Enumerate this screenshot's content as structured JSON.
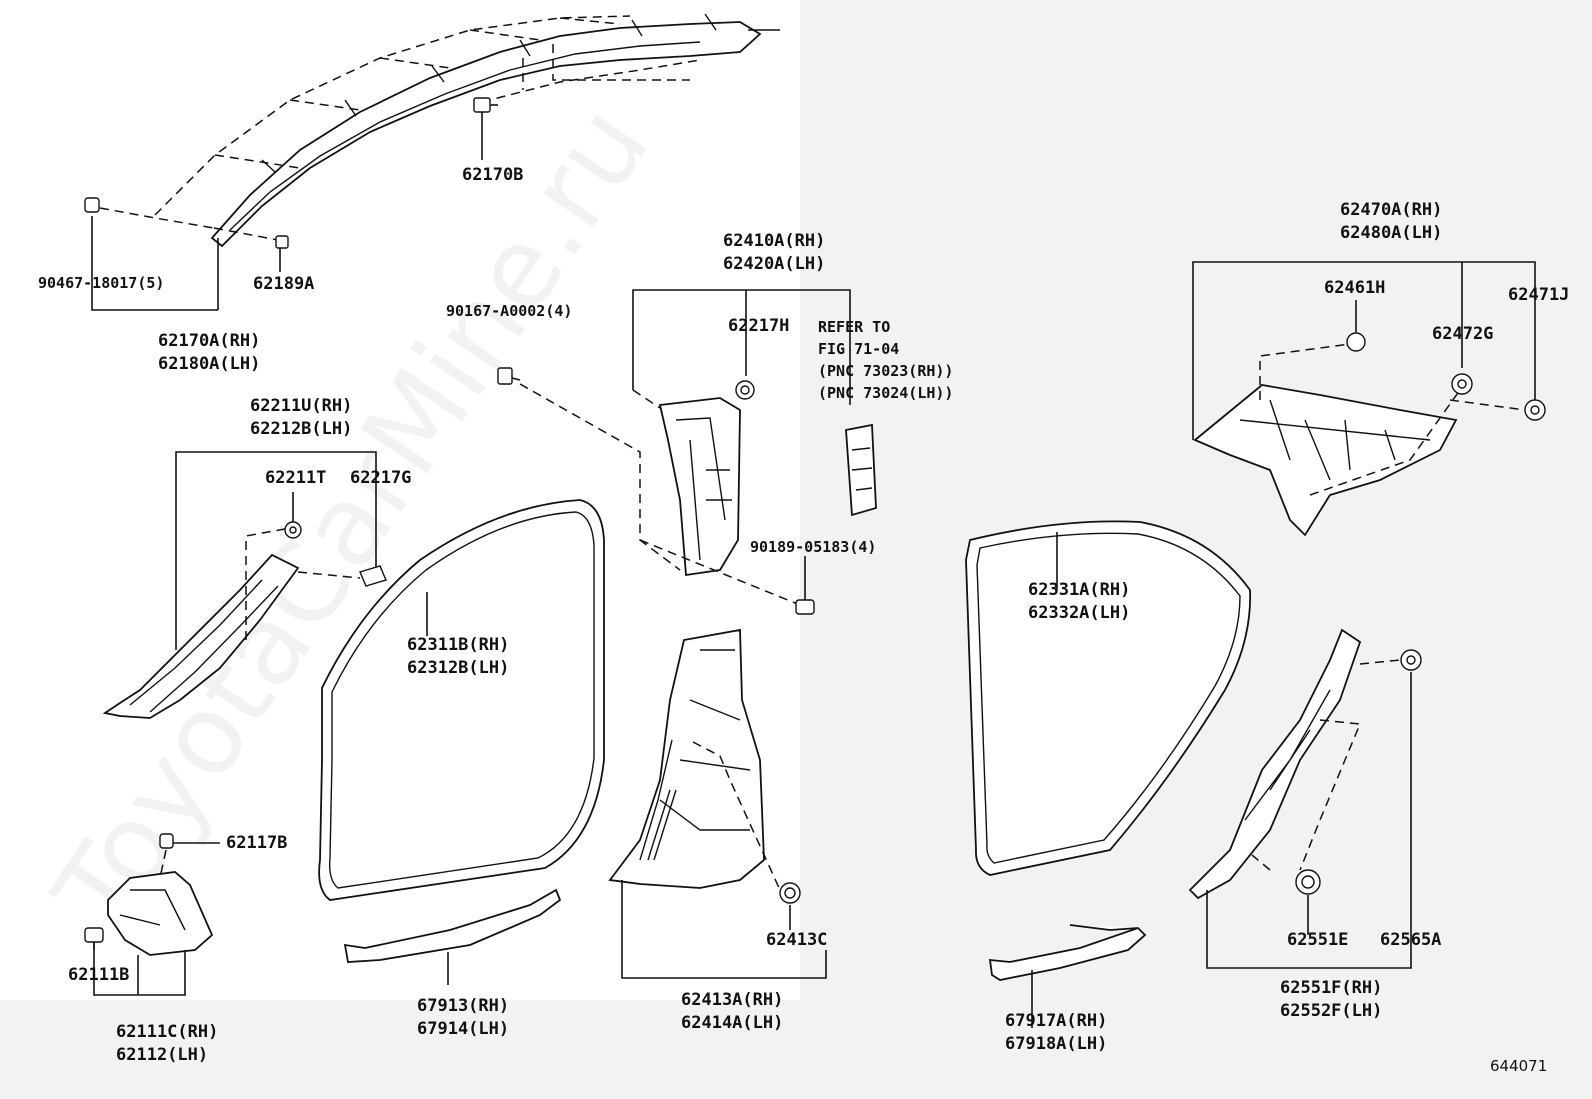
{
  "watermark": "ToyotaCarMine.ru",
  "figure_number": "644071",
  "labels": {
    "p62170b": "62170B",
    "p90467": "90467-18017(5)",
    "p62189a": "62189A",
    "p62170a_rh": "62170A(RH)",
    "p62180a_lh": "62180A(LH)",
    "p62211u_rh": "62211U(RH)",
    "p62212b_lh": "62212B(LH)",
    "p62211t": "62211T",
    "p62217g": "62217G",
    "p90167": "90167-A0002(4)",
    "p62410a_rh": "62410A(RH)",
    "p62420a_lh": "62420A(LH)",
    "p62217h": "62217H",
    "p90189": "90189-05183(4)",
    "p62311b_rh": "62311B(RH)",
    "p62312b_lh": "62312B(LH)",
    "p62117b": "62117B",
    "p62111b": "62111B",
    "p62111c_rh": "62111C(RH)",
    "p62112_lh": "62112(LH)",
    "p67913_rh": "67913(RH)",
    "p67914_lh": "67914(LH)",
    "p62413c": "62413C",
    "p62413a_rh": "62413A(RH)",
    "p62414a_lh": "62414A(LH)",
    "p62470a_rh": "62470A(RH)",
    "p62480a_lh": "62480A(LH)",
    "p62461h": "62461H",
    "p62471j": "62471J",
    "p62472g": "62472G",
    "p62331a_rh": "62331A(RH)",
    "p62332a_lh": "62332A(LH)",
    "p62551e": "62551E",
    "p62565a": "62565A",
    "p62551f_rh": "62551F(RH)",
    "p62552f_lh": "62552F(LH)",
    "p67917a_rh": "67917A(RH)",
    "p67918a_lh": "67918A(LH)"
  },
  "refer_note": {
    "line1": "REFER TO",
    "line2": "FIG 71-04",
    "line3": "(PNC 73023(RH))",
    "line4": "(PNC 73024(LH))"
  },
  "colors": {
    "line": "#111111",
    "background": "#ffffff",
    "panel": "#f2f2f2"
  }
}
